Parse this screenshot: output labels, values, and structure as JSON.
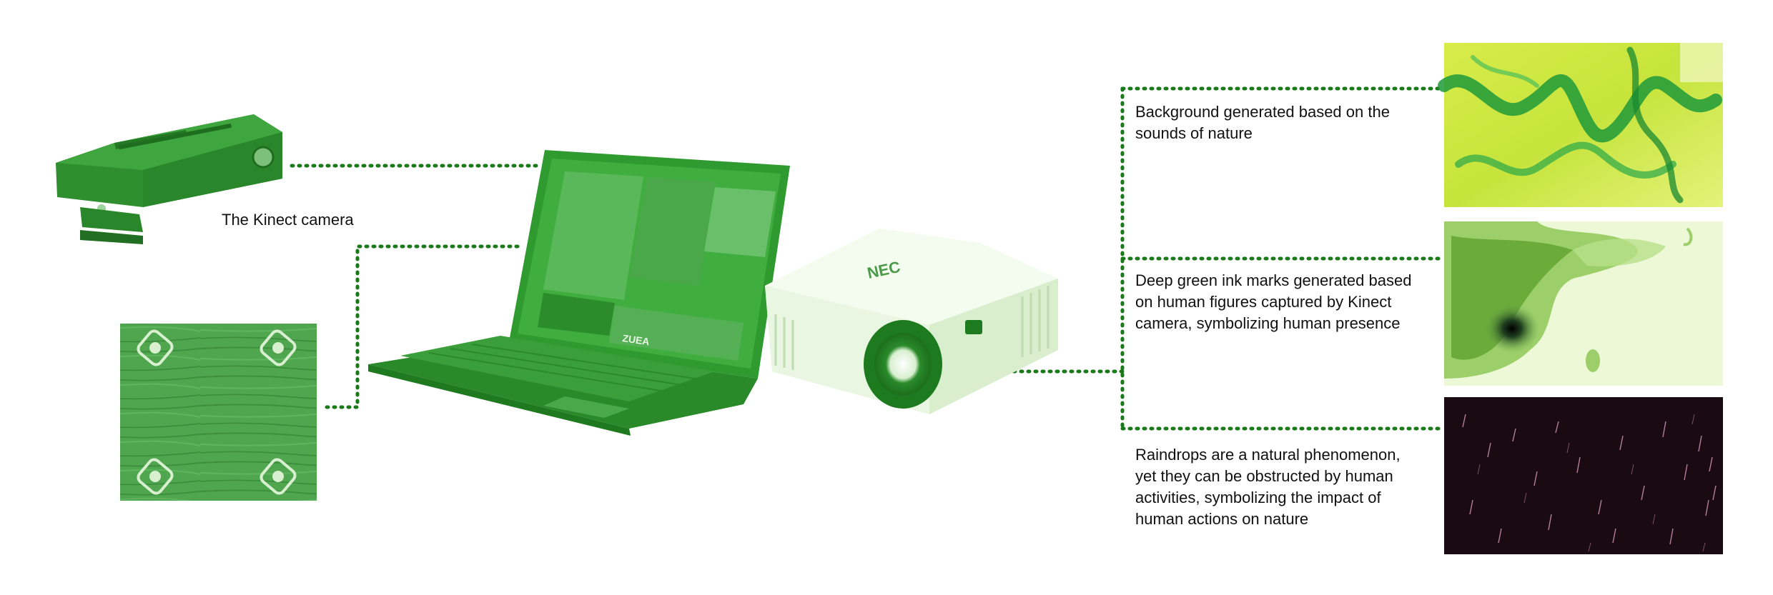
{
  "colors": {
    "accent_green": "#1e8a1e",
    "dotted_line": "#1a7a1a",
    "laptop_green": "#2f9a2f",
    "projector_light": "#e6f5dc",
    "rain_dark": "#1a0a12"
  },
  "labels": {
    "kinect": "The Kinect camera",
    "background": "Background generated based on the sounds of nature",
    "ink_marks": "Deep green ink marks generated based on human figures captured by Kinect camera, symbolizing human presence",
    "raindrops": "Raindrops are a natural phenomenon, yet they can be obstructed by human activities, symbolizing the impact of human actions on nature"
  },
  "devices": {
    "laptop_brand": "ZUEA",
    "projector_brand": "NEC"
  },
  "icons": [
    "kinect-camera-icon",
    "laptop-icon",
    "projector-icon",
    "tracking-markers-board-icon"
  ]
}
